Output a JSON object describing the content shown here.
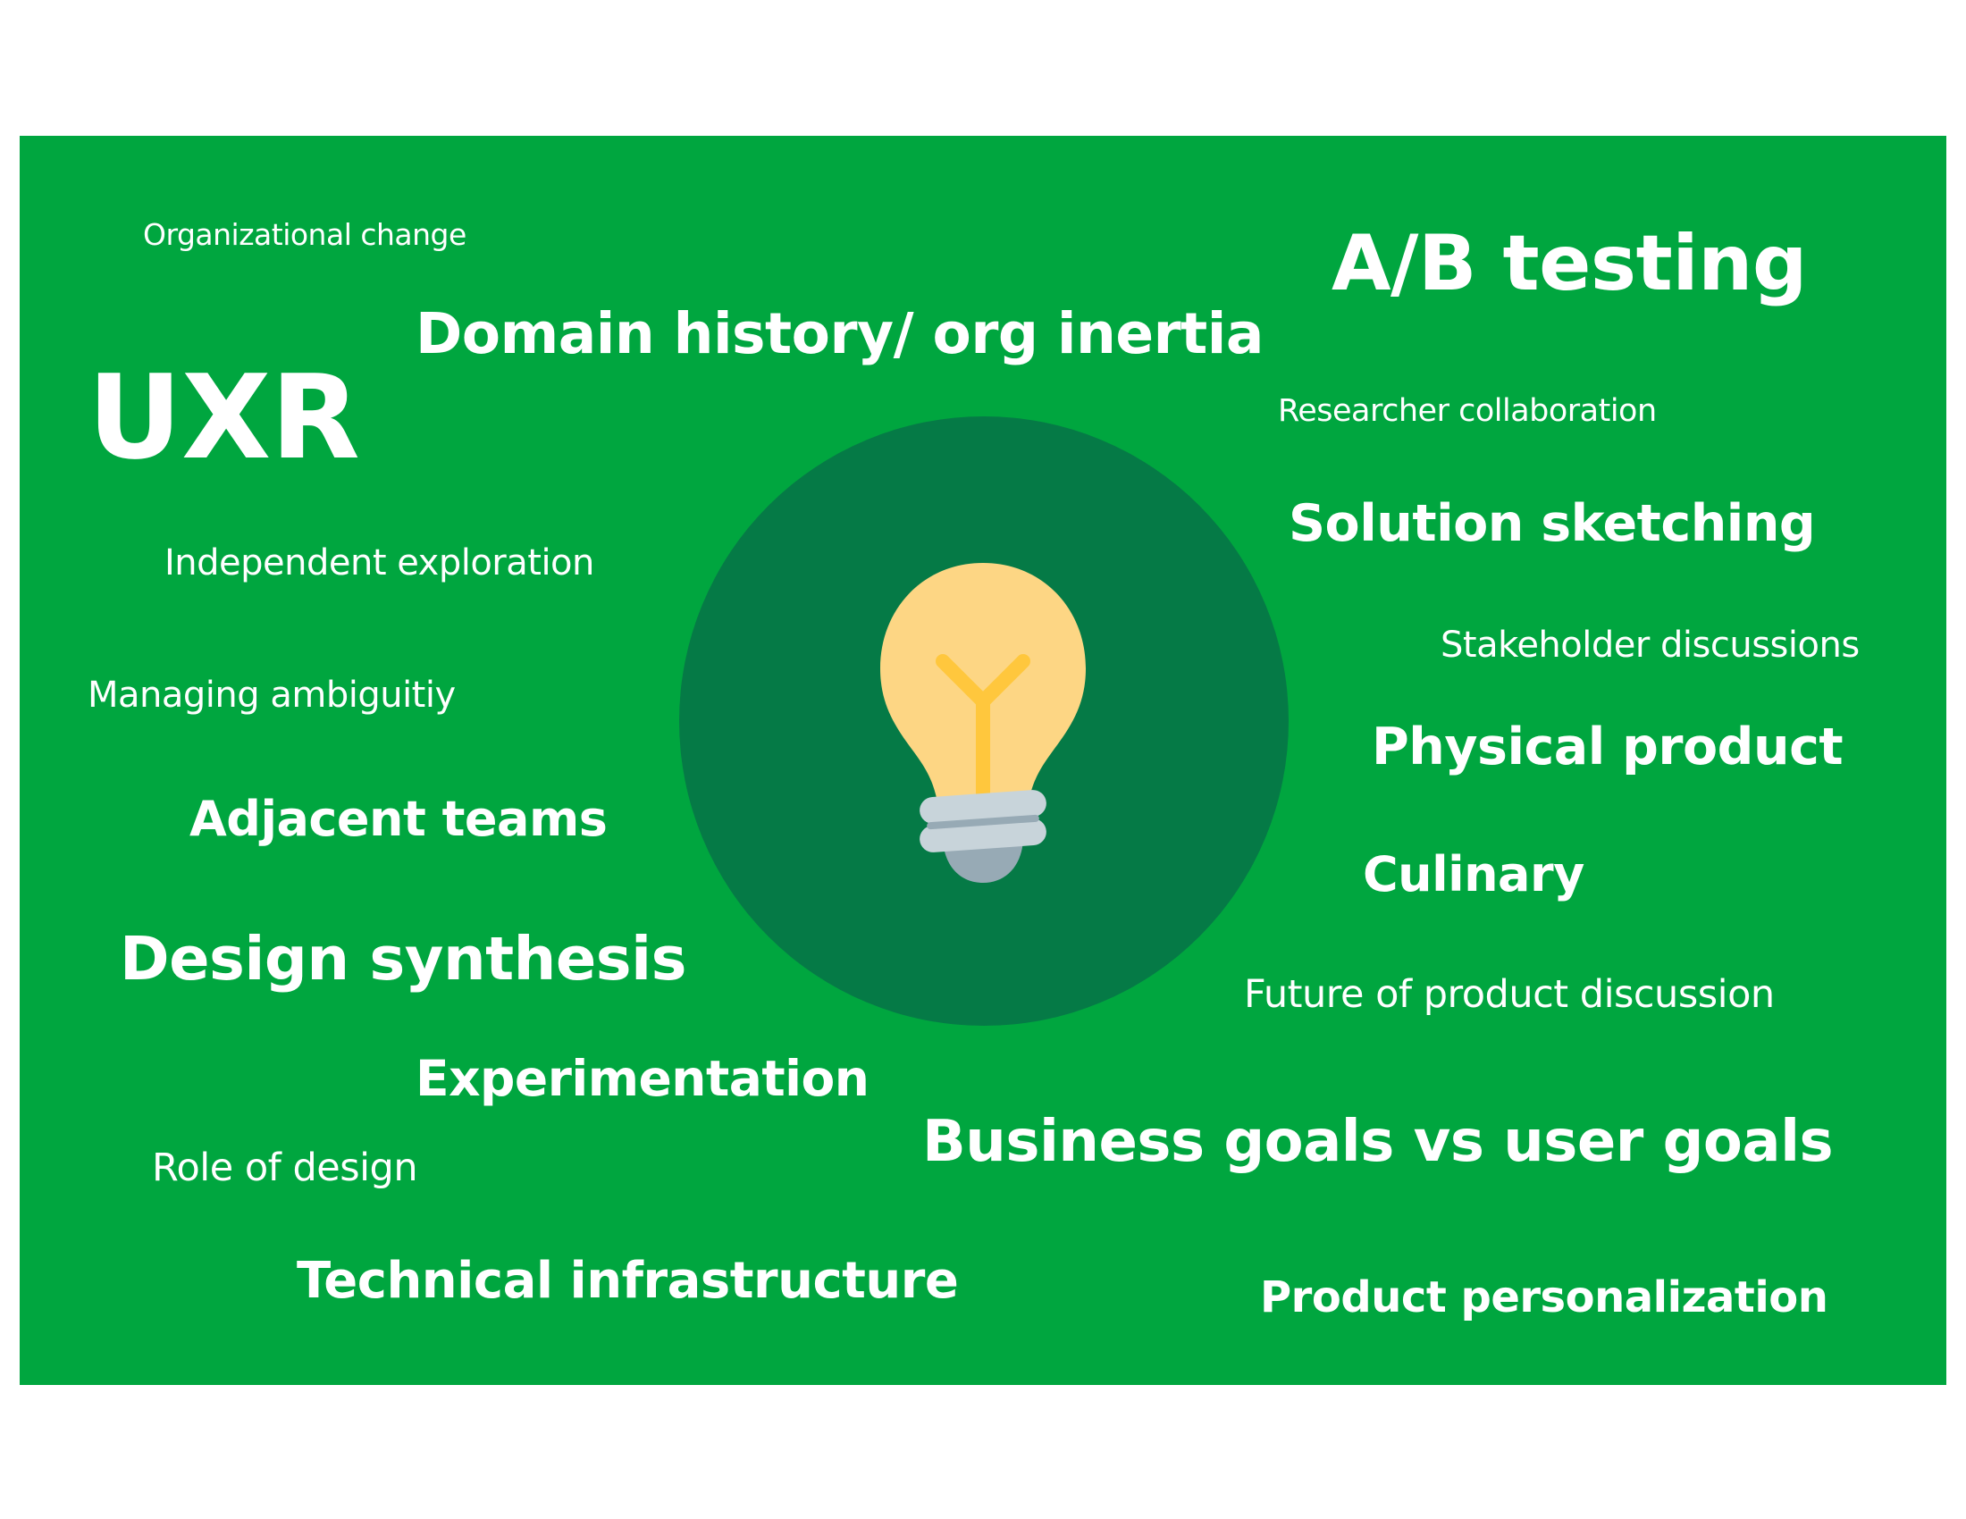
{
  "colors": {
    "panel_background": "#00a63f",
    "circle_fill": "#057a46",
    "text": "#ffffff",
    "bulb_glass": "#fdd684",
    "bulb_filament": "#ffc73d",
    "bulb_base_light": "#c8d4da",
    "bulb_base_dark": "#97aab5"
  },
  "center_icon": "lightbulb-icon",
  "words": [
    {
      "text": "Organizational change"
    },
    {
      "text": "A/B testing"
    },
    {
      "text": "Domain history/ org inertia"
    },
    {
      "text": "UXR"
    },
    {
      "text": "Researcher collaboration"
    },
    {
      "text": "Solution sketching"
    },
    {
      "text": "Independent exploration"
    },
    {
      "text": "Stakeholder discussions"
    },
    {
      "text": "Managing ambiguitiy"
    },
    {
      "text": "Physical product"
    },
    {
      "text": "Adjacent teams"
    },
    {
      "text": "Culinary"
    },
    {
      "text": "Design synthesis"
    },
    {
      "text": "Future of product discussion"
    },
    {
      "text": "Experimentation"
    },
    {
      "text": "Business goals vs user goals"
    },
    {
      "text": "Role of design"
    },
    {
      "text": "Technical infrastructure"
    },
    {
      "text": "Product personalization"
    }
  ]
}
